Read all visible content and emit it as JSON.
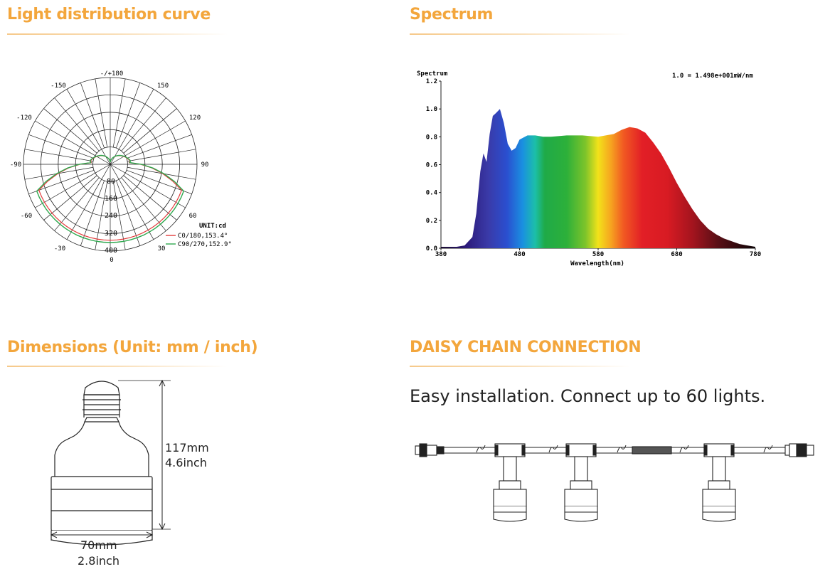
{
  "sections": {
    "light_distribution": {
      "title": "Light distribution curve",
      "angle_labels": {
        "top": "-/+180",
        "l150": "-150",
        "r150": "150",
        "l120": "-120",
        "r120": "120",
        "l90": "-90",
        "r90": "90",
        "l60": "-60",
        "r60": "60",
        "l30": "-30",
        "r30": "30",
        "bottom": "0"
      },
      "radial_labels": [
        "80",
        "160",
        "240",
        "320",
        "400"
      ],
      "unit": "UNIT:cd",
      "legend": [
        {
          "label": "C0/180,153.4°",
          "color": "#e23b3b"
        },
        {
          "label": "C90/270,152.9°",
          "color": "#2fa84f"
        }
      ]
    },
    "spectrum": {
      "title": "Spectrum",
      "chart_title": "Spectrum",
      "scale_note": "1.0 = 1.498e+001mW/nm",
      "xlabel": "Wavelength(nm)"
    },
    "dimensions": {
      "title": "Dimensions (Unit: mm / inch)",
      "height_mm": "117mm",
      "height_inch": "4.6inch",
      "width_mm": "70mm",
      "width_inch": "2.8inch"
    },
    "daisy_chain": {
      "title": "DAISY CHAIN CONNECTION",
      "tagline": "Easy installation. Connect up to 60 lights."
    }
  },
  "colors": {
    "accent": "#f3a63c"
  },
  "chart_data": {
    "type": "area",
    "title": "Spectrum",
    "xlabel": "Wavelength(nm)",
    "ylabel": "",
    "xlim": [
      380,
      780
    ],
    "ylim": [
      0,
      1.2
    ],
    "x_ticks": [
      380,
      480,
      580,
      680,
      780
    ],
    "y_ticks": [
      "0.0",
      "0.2",
      "0.4",
      "0.6",
      "0.8",
      "1.0",
      "1.2"
    ],
    "x": [
      380,
      400,
      410,
      420,
      425,
      430,
      434,
      438,
      442,
      446,
      450,
      455,
      460,
      465,
      470,
      475,
      480,
      490,
      500,
      510,
      520,
      540,
      560,
      580,
      600,
      610,
      620,
      630,
      640,
      650,
      660,
      670,
      680,
      690,
      700,
      710,
      720,
      730,
      740,
      750,
      760,
      770,
      780
    ],
    "values": [
      0.01,
      0.01,
      0.02,
      0.08,
      0.25,
      0.55,
      0.68,
      0.62,
      0.82,
      0.95,
      0.97,
      1.0,
      0.9,
      0.75,
      0.7,
      0.72,
      0.78,
      0.81,
      0.81,
      0.8,
      0.8,
      0.81,
      0.81,
      0.8,
      0.82,
      0.85,
      0.87,
      0.86,
      0.83,
      0.76,
      0.68,
      0.58,
      0.47,
      0.37,
      0.28,
      0.2,
      0.14,
      0.1,
      0.07,
      0.05,
      0.03,
      0.02,
      0.01
    ]
  }
}
